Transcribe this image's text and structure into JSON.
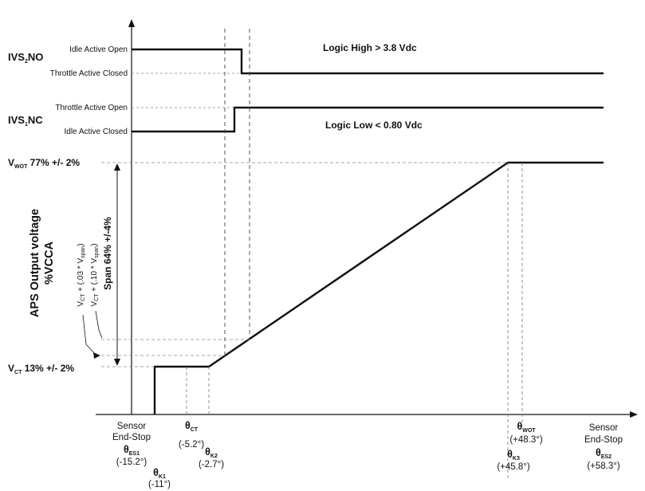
{
  "ivs2": {
    "name_main": "IVS",
    "name_sub": "2",
    "name_end": "NO",
    "upper_state": "Idle Active Open",
    "lower_state": "Throttle Active Closed",
    "logic_text": "Logic High > 3.8 Vdc"
  },
  "ivs1": {
    "name_main": "IVS",
    "name_sub": "1",
    "name_end": "NC",
    "upper_state": "Throttle Active Open",
    "lower_state": "Idle Active Closed",
    "logic_text": "Logic Low < 0.80 Vdc"
  },
  "y_axis": {
    "title_line1": "APS Output voltage",
    "title_line2": "%VCCA",
    "span_label": "Span 64% +/-4%",
    "vwot_main": "V",
    "vwot_sub": "WOT",
    "vwot_rest": " 77% +/- 2%",
    "vct_main": "V",
    "vct_sub": "CT",
    "vct_rest": " 13% +/- 2%",
    "offset1": {
      "pre": "V",
      "sub": "CT",
      "mid": " + (.03 * V",
      "sub2": "span",
      "end": ")"
    },
    "offset2": {
      "pre": "V",
      "sub": "CT",
      "mid": " + (.10 * V",
      "sub2": "span",
      "end": ")"
    }
  },
  "x_axis": {
    "left_stop": {
      "line1": "Sensor",
      "line2": "End-Stop",
      "symbol": "θ",
      "sub": "ES1",
      "value": "(-15.2°)"
    },
    "right_stop": {
      "line1": "Sensor",
      "line2": "End-Stop",
      "symbol": "θ",
      "sub": "ES2",
      "value": "(+58.3°)"
    },
    "theta_k1": {
      "symbol": "θ",
      "sub": "K1",
      "value": "(-11°)"
    },
    "theta_ct": {
      "symbol": "θ",
      "sub": "CT",
      "value": "(-5.2°)"
    },
    "theta_k2": {
      "symbol": "θ",
      "sub": "K2",
      "value": "(-2.7°)"
    },
    "theta_k3": {
      "symbol": "θ",
      "sub": "K3",
      "value": "(+45.8°)"
    },
    "theta_wot": {
      "symbol": "θ",
      "sub": "WOT",
      "value": "(+48.3°)"
    }
  }
}
